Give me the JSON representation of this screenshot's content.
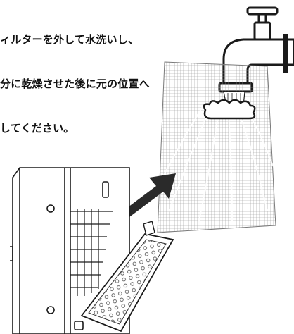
{
  "instruction": {
    "lines": [
      "ィルターを外して水洗いし、",
      "分に乾燥させた後に元の位置へ",
      "してください。"
    ]
  },
  "colors": {
    "text": "#111111",
    "line_art": "#1a1a1a",
    "filter_mesh": "#9a9a9a",
    "arrow": "#2a2a2a",
    "body_fill": "#ffffff"
  },
  "icons": [
    "faucet-icon",
    "water-stream",
    "splash",
    "washable-filter",
    "removal-arrow",
    "unit-housing",
    "front-grille"
  ]
}
